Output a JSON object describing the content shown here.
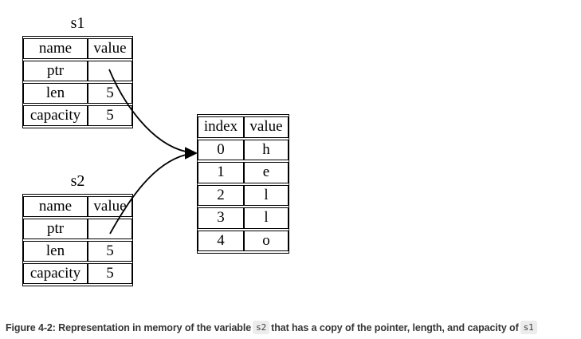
{
  "diagram": {
    "s1": {
      "title": "s1",
      "headers": [
        "name",
        "value"
      ],
      "rows": [
        [
          "ptr",
          ""
        ],
        [
          "len",
          "5"
        ],
        [
          "capacity",
          "5"
        ]
      ]
    },
    "s2": {
      "title": "s2",
      "headers": [
        "name",
        "value"
      ],
      "rows": [
        [
          "ptr",
          ""
        ],
        [
          "len",
          "5"
        ],
        [
          "capacity",
          "5"
        ]
      ]
    },
    "heap": {
      "headers": [
        "index",
        "value"
      ],
      "rows": [
        [
          "0",
          "h"
        ],
        [
          "1",
          "e"
        ],
        [
          "2",
          "l"
        ],
        [
          "3",
          "l"
        ],
        [
          "4",
          "o"
        ]
      ]
    },
    "arrows": {
      "description": "s1.ptr and s2.ptr both point to heap index 0",
      "color": "#000000"
    }
  },
  "caption": {
    "prefix": "Figure 4-2: Representation in memory of the variable",
    "code1": "s2",
    "middle": "that has a copy of the pointer, length, and capacity of",
    "code2": "s1"
  },
  "colors": {
    "background": "#ffffff",
    "table_border": "#000000",
    "caption_text": "#363636",
    "code_chip_bg": "#ececec",
    "code_chip_text": "#3d3d3d"
  }
}
